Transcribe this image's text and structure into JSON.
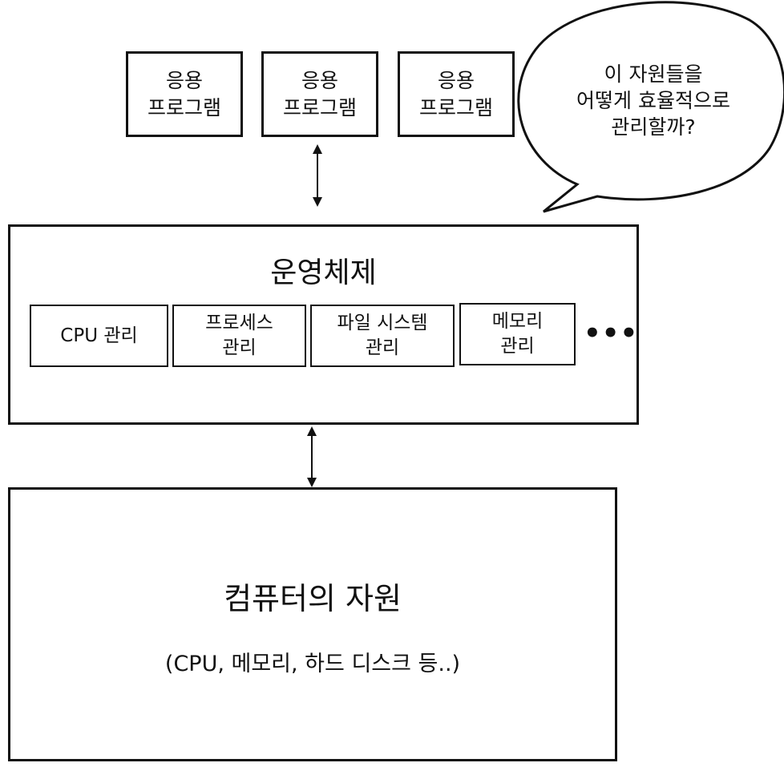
{
  "applications": [
    {
      "line1": "응용",
      "line2": "프로그램"
    },
    {
      "line1": "응용",
      "line2": "프로그램"
    },
    {
      "line1": "응용",
      "line2": "프로그램"
    }
  ],
  "bubble": {
    "line1": "이 자원들을",
    "line2": "어떻게 효율적으로",
    "line3": "관리할까?"
  },
  "os": {
    "title": "운영체제",
    "modules": [
      {
        "line1": "CPU 관리",
        "line2": ""
      },
      {
        "line1": "프로세스",
        "line2": "관리"
      },
      {
        "line1": "파일 시스템",
        "line2": "관리"
      },
      {
        "line1": "메모리",
        "line2": "관리"
      }
    ],
    "more": "•••"
  },
  "resources": {
    "title": "컴퓨터의 자원",
    "subtitle": "(CPU, 메모리, 하드 디스크 등..)"
  }
}
